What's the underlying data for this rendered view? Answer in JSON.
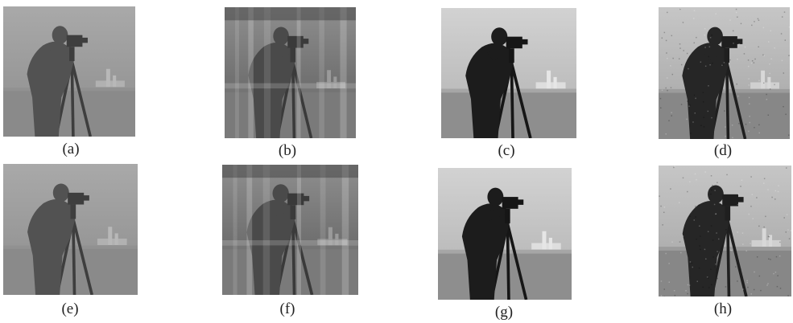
{
  "figure": {
    "panels": [
      {
        "id": "a",
        "label": "(a)",
        "image": "cameraman-photo",
        "tone": "low-contrast"
      },
      {
        "id": "b",
        "label": "(b)",
        "image": "cameraman-photo",
        "tone": "blurred-streaked"
      },
      {
        "id": "c",
        "label": "(c)",
        "image": "cameraman-photo",
        "tone": "enhanced"
      },
      {
        "id": "d",
        "label": "(d)",
        "image": "cameraman-photo",
        "tone": "enhanced-noisy"
      },
      {
        "id": "e",
        "label": "(e)",
        "image": "cameraman-photo",
        "tone": "low-contrast"
      },
      {
        "id": "f",
        "label": "(f)",
        "image": "cameraman-photo",
        "tone": "blurred-streaked"
      },
      {
        "id": "g",
        "label": "(g)",
        "image": "cameraman-photo",
        "tone": "enhanced"
      },
      {
        "id": "h",
        "label": "(h)",
        "image": "cameraman-photo",
        "tone": "enhanced-noisy"
      }
    ]
  }
}
